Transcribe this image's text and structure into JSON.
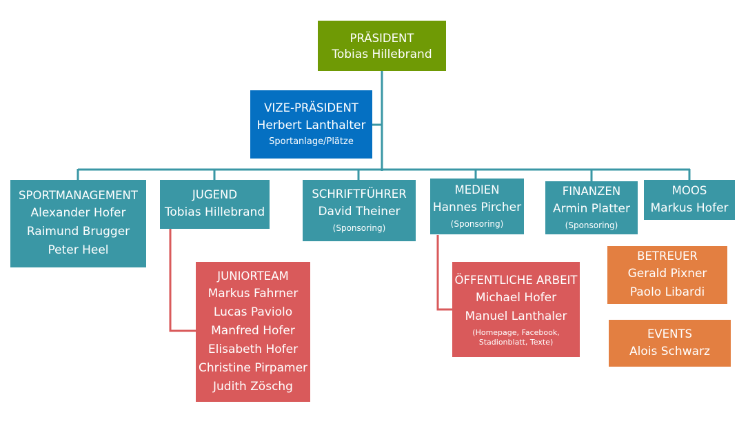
{
  "colors": {
    "president": "#6f9a05",
    "vice": "#0570c2",
    "department": "#3a97a5",
    "sub_team": "#d95a5b",
    "support": "#e37f41",
    "connector_main": "#3a97a5",
    "connector_sub": "#d95a5b"
  },
  "president": {
    "title": "PRÄSIDENT",
    "name": "Tobias Hillebrand"
  },
  "vice": {
    "title": "VIZE-PRÄSIDENT",
    "name": "Herbert Lanthalter",
    "note": "Sportanlage/Plätze"
  },
  "departments": {
    "sportmanagement": {
      "title": "SPORTMANAGEMENT",
      "members": [
        "Alexander Hofer",
        "Raimund Brugger",
        "Peter Heel"
      ]
    },
    "jugend": {
      "title": "JUGEND",
      "members": [
        "Tobias Hillebrand"
      ]
    },
    "schriftfuehrer": {
      "title": "SCHRIFTFÜHRER",
      "members": [
        "David Theiner"
      ],
      "note": "(Sponsoring)"
    },
    "medien": {
      "title": "MEDIEN",
      "members": [
        "Hannes Pircher"
      ],
      "note": "(Sponsoring)"
    },
    "finanzen": {
      "title": "FINANZEN",
      "members": [
        "Armin Platter"
      ],
      "note": "(Sponsoring)"
    },
    "moos": {
      "title": "MOOS",
      "members": [
        "Markus Hofer"
      ]
    }
  },
  "juniorteam": {
    "title": "JUNIORTEAM",
    "members": [
      "Markus Fahrner",
      "Lucas Paviolo",
      "Manfred Hofer",
      "Elisabeth Hofer",
      "Christine Pirpamer",
      "Judith Zöschg"
    ]
  },
  "oeffentliche_arbeit": {
    "title": "ÖFFENTLICHE ARBEIT",
    "members": [
      "Michael Hofer",
      "Manuel Lanthaler"
    ],
    "note_lines": [
      "(Homepage, Facebook,",
      "Stadionblatt, Texte)"
    ]
  },
  "betreuer": {
    "title": "BETREUER",
    "members": [
      "Gerald Pixner",
      "Paolo Libardi"
    ]
  },
  "events": {
    "title": "EVENTS",
    "members": [
      "Alois Schwarz"
    ]
  }
}
